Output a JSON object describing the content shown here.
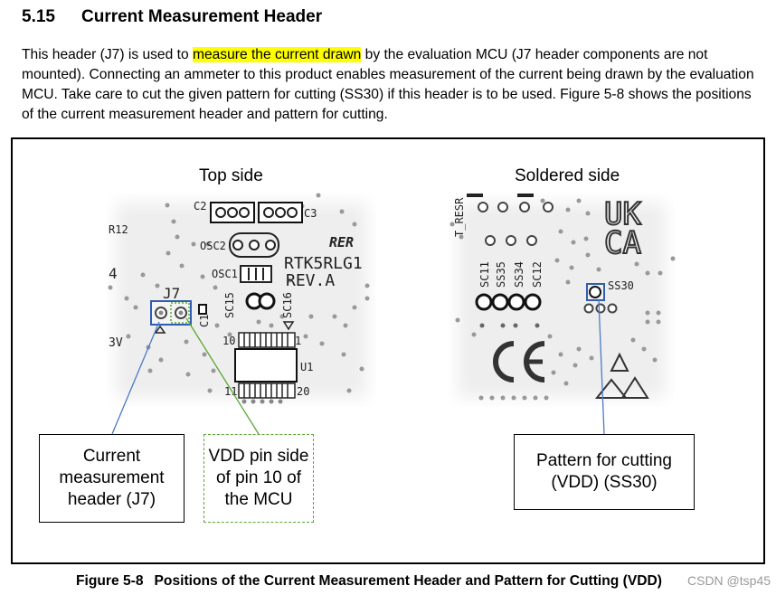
{
  "section": {
    "number": "5.15",
    "title": "Current Measurement Header"
  },
  "paragraph": {
    "before_highlight": "This header (J7) is used to ",
    "highlight": "measure the current drawn",
    "after_highlight": " by the evaluation MCU (J7 header components are not mounted). Connecting an ammeter to this product enables measurement of the current being drawn by the evaluation MCU. Take care to cut the given pattern for cutting (SS30) if this header is to be used. Figure 5-8 shows the positions of the current measurement header and pattern for cutting."
  },
  "figure": {
    "top_side_label": "Top side",
    "soldered_side_label": "Soldered side",
    "callouts": {
      "j7": "Current measurement header (J7)",
      "vdd_pin": "VDD pin side of pin 10 of the MCU",
      "ss30": "Pattern for cutting (VDD) (SS30)"
    },
    "top_silkscreen": {
      "r12": "R12",
      "four": "4",
      "three_v": "3V",
      "c2": "C2",
      "c3": "C3",
      "osc2": "OSC2",
      "osc1": "OSC1",
      "sc15": "SC15",
      "sc16": "SC16",
      "j7": "J7",
      "c1": "C1",
      "board_name": "RTK5RLG1",
      "rev": "REV.A",
      "logo": "RER",
      "pin10": "10",
      "pin1": "1",
      "u1": "U1",
      "pin11": "11",
      "pin20": "20"
    },
    "bottom_silkscreen": {
      "t_resr": "T_RESR",
      "sc11": "SC11",
      "ss35": "SS35",
      "ss34": "SS34",
      "sc12": "SC12",
      "ss30": "SS30",
      "uk": "UK",
      "ca": "CA"
    },
    "highlight_colors": {
      "j7_box": "#2f5db0",
      "j7_line": "#4a7ac7",
      "vdd_line": "#5aa832"
    }
  },
  "caption": {
    "number": "Figure 5-8",
    "text": "Positions of the Current Measurement Header and Pattern for Cutting (VDD)"
  },
  "watermark": "CSDN @tsp45"
}
